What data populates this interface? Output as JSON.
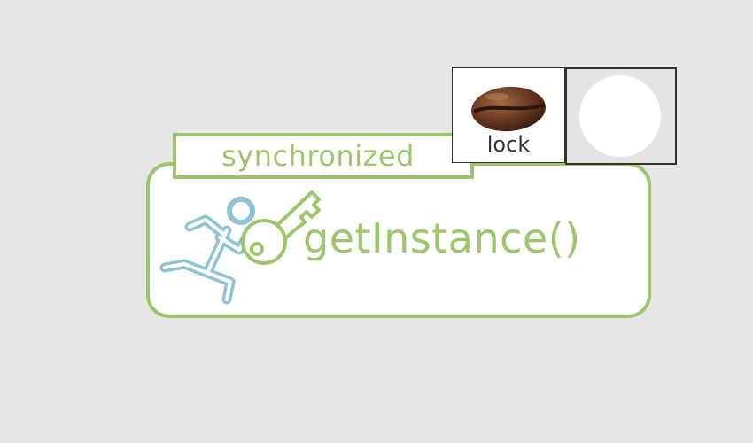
{
  "diagram": {
    "sync_label": "synchronized",
    "method_label": "getInstance()",
    "lock_label": "lock",
    "icons": {
      "runner": "running-person-icon",
      "key": "key-icon",
      "bean": "coffee-bean-icon",
      "slot": "empty-circle-icon"
    },
    "colors": {
      "accent": "#9dc56b",
      "runner": "#8ec3d3",
      "bean": "#6b3a22",
      "background": "#e6e6e6"
    }
  }
}
